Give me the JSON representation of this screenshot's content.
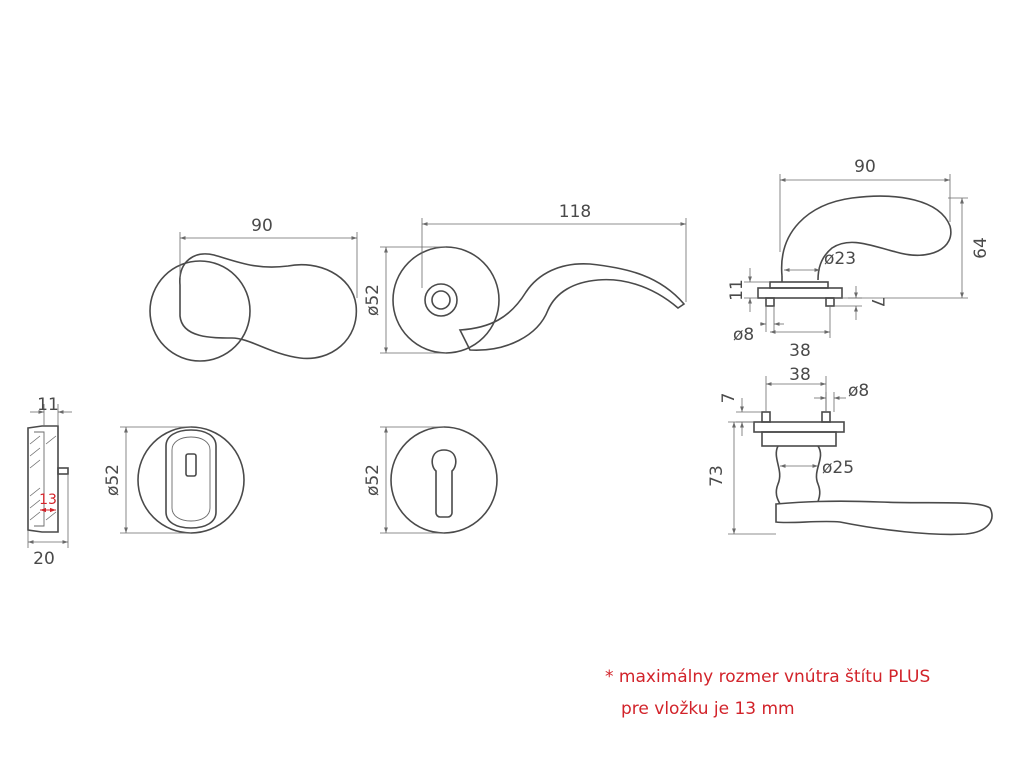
{
  "dimensions": {
    "knob_width": "90",
    "lever_length": "118",
    "rose_dia_top": "ø52",
    "side_width_top": "90",
    "side_height_top": "64",
    "neck_dia_top": "ø23",
    "base_height_top": "11",
    "pin_height_top": "7",
    "pin_dia_top": "ø8",
    "pin_spacing_top": "38",
    "escutcheon_depth": "11",
    "escutcheon_inner": "13",
    "escutcheon_total": "20",
    "security_rose_dia": "ø52",
    "cylinder_rose_dia": "ø52",
    "pin_spacing_bottom": "38",
    "pin_height_bottom": "7",
    "pin_dia_bottom": "ø8",
    "lever_height_bottom": "73",
    "neck_dia_bottom": "ø25"
  },
  "note": {
    "line1": "* maximálny rozmer vnútra štítu PLUS",
    "line2": "pre vložku je 13 mm"
  }
}
